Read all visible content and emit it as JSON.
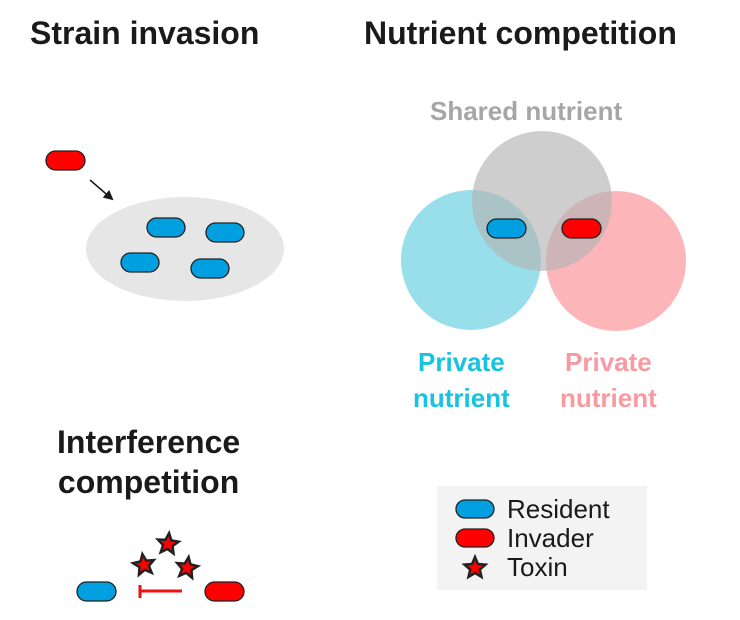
{
  "panels": {
    "strain_invasion": {
      "title": "Strain invasion"
    },
    "nutrient_competition": {
      "title": "Nutrient competition",
      "shared_label": "Shared nutrient",
      "private_left_line1": "Private",
      "private_left_line2": "nutrient",
      "private_right_line1": "Private",
      "private_right_line2": "nutrient"
    },
    "interference_competition": {
      "title_line1": "Interference",
      "title_line2": "competition"
    }
  },
  "legend": {
    "items": [
      {
        "label": "Resident",
        "symbol": "blue-capsule"
      },
      {
        "label": "Invader",
        "symbol": "red-capsule"
      },
      {
        "label": "Toxin",
        "symbol": "red-star"
      }
    ]
  },
  "colors": {
    "resident": "#009fe0",
    "invader": "#ff0000",
    "toxin": "#ff0000",
    "outline": "#222222",
    "community": "#e6e6e6",
    "shared_nutrient": "#bdbdbd",
    "private_resident": "#7fd6e6",
    "private_invader": "#fba4a8",
    "shared_text": "#a6a6a6",
    "private_resident_text": "#18c3dd",
    "private_invader_text": "#f89aa0"
  }
}
